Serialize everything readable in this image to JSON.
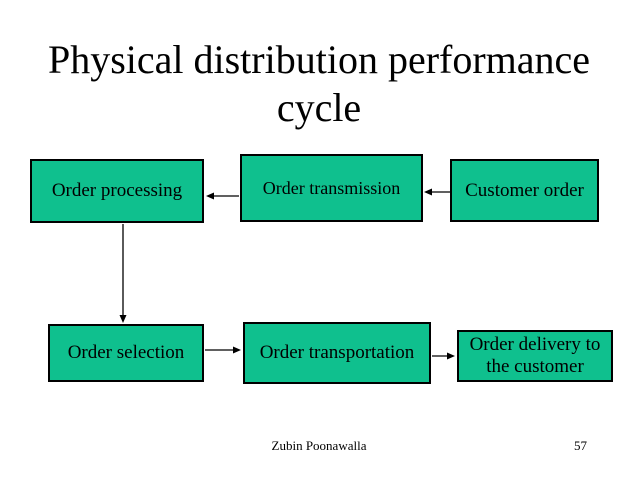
{
  "slide": {
    "title_lines": [
      "Physical distribution performance",
      "cycle"
    ],
    "footer": {
      "author": "Zubin Poonawalla",
      "page_number": "57"
    }
  },
  "colors": {
    "background": "#ffffff",
    "text": "#000000",
    "box_fill": "#0fc08e",
    "box_border": "#000000",
    "arrow": "#000000"
  },
  "diagram": {
    "nodes": [
      {
        "id": "order-processing",
        "label": "Order processing"
      },
      {
        "id": "order-transmission",
        "label": "Order transmission"
      },
      {
        "id": "customer-order",
        "label": "Customer order"
      },
      {
        "id": "order-selection",
        "label": "Order selection"
      },
      {
        "id": "order-transportation",
        "label": "Order transportation"
      },
      {
        "id": "order-delivery-to-the-customer",
        "label": "Order delivery to the customer"
      }
    ],
    "edges": [
      {
        "from": "customer-order",
        "to": "order-transmission"
      },
      {
        "from": "order-transmission",
        "to": "order-processing"
      },
      {
        "from": "order-processing",
        "to": "order-selection"
      },
      {
        "from": "order-selection",
        "to": "order-transportation"
      },
      {
        "from": "order-transportation",
        "to": "order-delivery-to-the-customer"
      }
    ]
  }
}
